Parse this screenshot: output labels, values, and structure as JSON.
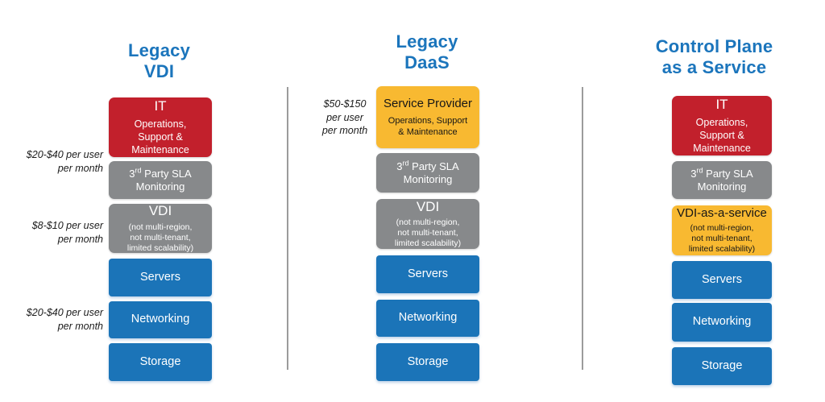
{
  "colors": {
    "title_blue": "#1B75BC",
    "box_red": "#C2202C",
    "box_gray": "#87898B",
    "box_yellow": "#F8B931",
    "box_blue": "#1B74B8",
    "divider_gray": "#9B9B9B"
  },
  "columns": [
    {
      "id": "legacy-vdi",
      "title": "Legacy\nVDI",
      "price_labels": [
        "$20-$40 per user\nper month",
        "$8-$10 per user\nper month",
        "$20-$40 per user\nper month"
      ],
      "boxes": [
        {
          "color": "red",
          "title": "IT",
          "subtitle": "Operations,\nSupport &\nMaintenance"
        },
        {
          "color": "gray",
          "title_pre": "3",
          "title_sup": "rd",
          "title_post": " Party SLA\nMonitoring"
        },
        {
          "color": "gray",
          "title": "VDI",
          "subtitle": "(not multi-region,\nnot multi-tenant,\nlimited scalability)"
        },
        {
          "color": "blue",
          "title": "Servers"
        },
        {
          "color": "blue",
          "title": "Networking"
        },
        {
          "color": "blue",
          "title": "Storage"
        }
      ]
    },
    {
      "id": "legacy-daas",
      "title": "Legacy\nDaaS",
      "price_labels": [
        "$50-$150\nper user\nper month"
      ],
      "boxes": [
        {
          "color": "yellow",
          "title": "Service Provider",
          "subtitle": "Operations, Support\n& Maintenance"
        },
        {
          "color": "gray",
          "title_pre": "3",
          "title_sup": "rd",
          "title_post": " Party SLA\nMonitoring"
        },
        {
          "color": "gray",
          "title": "VDI",
          "subtitle": "(not multi-region,\nnot multi-tenant,\nlimited scalability)"
        },
        {
          "color": "blue",
          "title": "Servers"
        },
        {
          "color": "blue",
          "title": "Networking"
        },
        {
          "color": "blue",
          "title": "Storage"
        }
      ]
    },
    {
      "id": "control-plane-as-a-service",
      "title": "Control Plane\nas a Service",
      "price_labels": [],
      "boxes": [
        {
          "color": "red",
          "title": "IT",
          "subtitle": "Operations,\nSupport &\nMaintenance"
        },
        {
          "color": "gray",
          "title_pre": "3",
          "title_sup": "rd",
          "title_post": " Party SLA\nMonitoring"
        },
        {
          "color": "yellow",
          "title": "VDI-as-a-service",
          "subtitle": "(not multi-region,\nnot multi-tenant,\nlimited scalability)"
        },
        {
          "color": "blue",
          "title": "Servers"
        },
        {
          "color": "blue",
          "title": "Networking"
        },
        {
          "color": "blue",
          "title": "Storage"
        }
      ]
    }
  ]
}
